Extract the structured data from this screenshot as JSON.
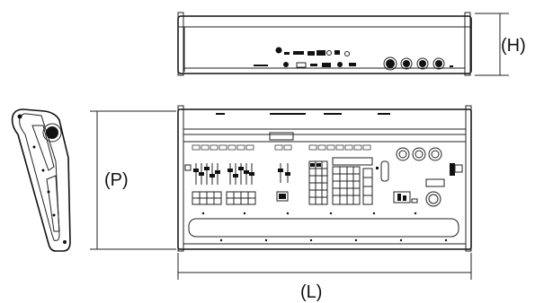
{
  "dimensions": {
    "height_label": "(H)",
    "depth_label": "(P)",
    "length_label": "(L)"
  }
}
